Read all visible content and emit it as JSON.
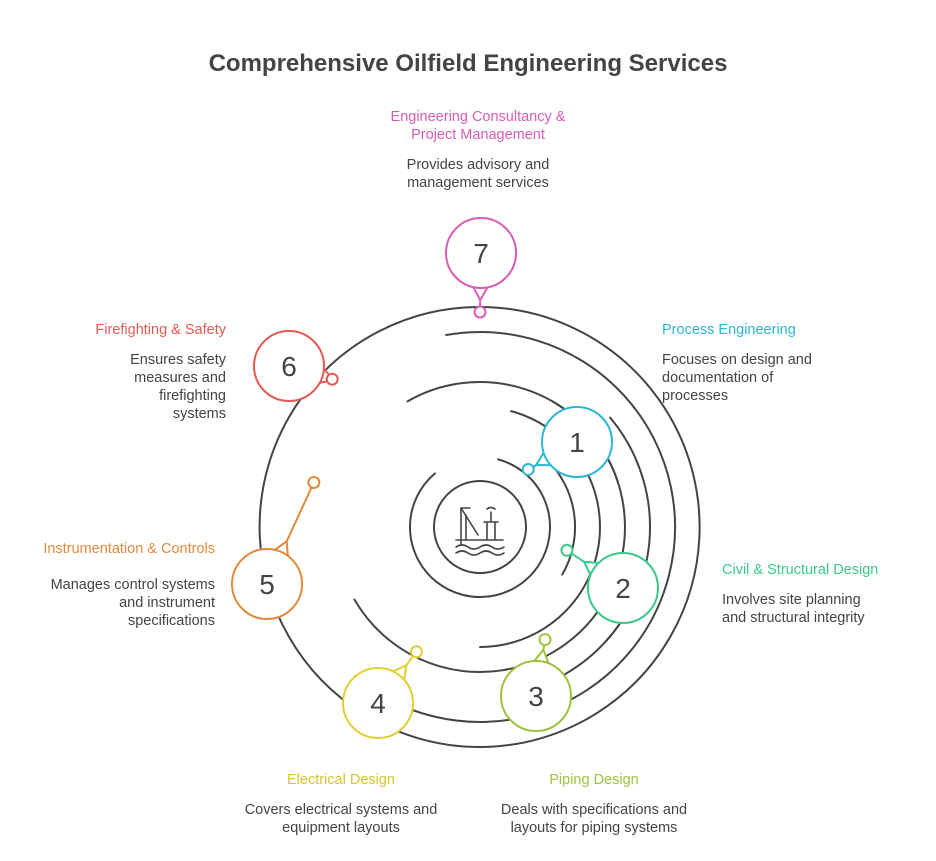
{
  "title": "Comprehensive Oilfield Engineering Services",
  "colors": {
    "ring": "#444444",
    "c1": "#2cb5d6",
    "c2": "#3cc88a",
    "c3": "#9ec23b",
    "c4": "#e0cf33",
    "c5": "#e08a3c",
    "c6": "#e35a52",
    "c7": "#d95cb6"
  },
  "center_icon": "oil-rig-icon",
  "items": [
    {
      "num": "1",
      "title": "Process Engineering",
      "desc": "Focuses on design and documentation of processes"
    },
    {
      "num": "2",
      "title": "Civil & Structural Design",
      "desc": "Involves site planning and structural integrity"
    },
    {
      "num": "3",
      "title": "Piping Design",
      "desc": "Deals with specifications and layouts for piping systems"
    },
    {
      "num": "4",
      "title": "Electrical Design",
      "desc": "Covers electrical systems and equipment layouts"
    },
    {
      "num": "5",
      "title": "Instrumentation & Controls",
      "desc": "Manages control systems and instrument specifications"
    },
    {
      "num": "6",
      "title": "Firefighting & Safety",
      "desc": "Ensures safety measures and firefighting systems"
    },
    {
      "num": "7",
      "title": "Engineering Consultancy & Project Management",
      "desc": "Provides advisory and management services"
    }
  ]
}
